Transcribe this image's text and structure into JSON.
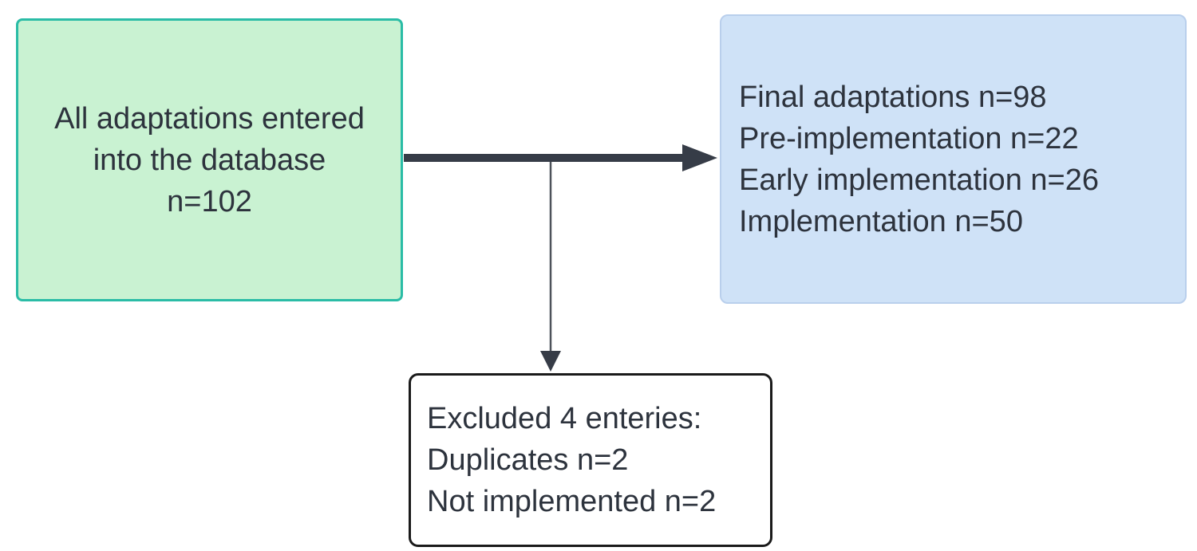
{
  "diagram": {
    "source_box": {
      "lines": {
        "0": "All adaptations entered",
        "1": "into the database",
        "2": "n=102"
      },
      "fill": "#c9f2d2",
      "border_color": "#2abca6"
    },
    "result_box": {
      "lines": {
        "0": "Final adaptations n=98",
        "1": "Pre-implementation n=22",
        "2": "Early implementation n=26",
        "3": "Implementation n=50"
      },
      "fill": "#cfe2f7",
      "border_color": "#b9cfec"
    },
    "excluded_box": {
      "lines": {
        "0": "Excluded 4 enteries:",
        "1": "Duplicates n=2",
        "2": "Not implemented n=2"
      },
      "fill": "#ffffff",
      "border_color": "#1a1a1a"
    },
    "text_color": "#2d333d",
    "thick_arrow_color": "#363c47",
    "thin_arrow_color": "#4d525a"
  }
}
